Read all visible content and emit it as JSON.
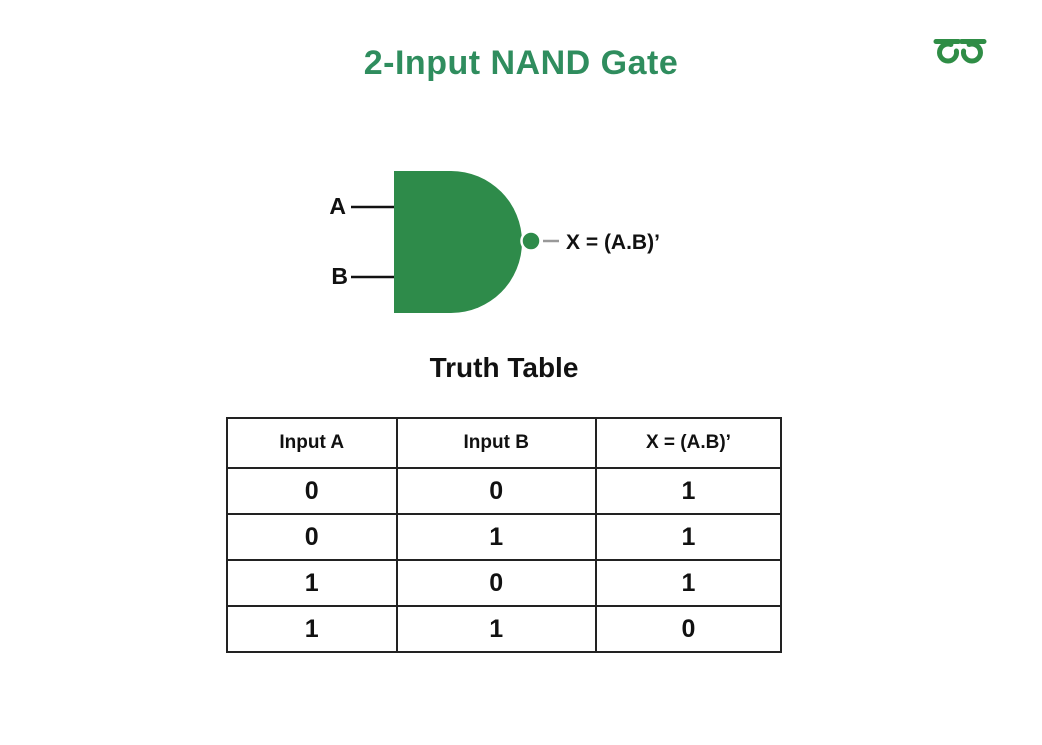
{
  "page": {
    "title": "2-Input NAND Gate"
  },
  "colors": {
    "title_green": "#2F8D5E",
    "gate_green": "#2E8B4A",
    "logo_green": "#2F8D46",
    "input_line_black": "#111111",
    "output_line_gray": "#999999",
    "table_border": "#222222"
  },
  "logo": {
    "name": "geeksforgeeks-logo"
  },
  "gate_diagram": {
    "input_a": "A",
    "input_b": "B",
    "output": "X = (A.B)’"
  },
  "truth_table": {
    "heading": "Truth Table",
    "columns": [
      "Input A",
      "Input B",
      "X = (A.B)’"
    ],
    "rows": [
      [
        "0",
        "0",
        "1"
      ],
      [
        "0",
        "1",
        "1"
      ],
      [
        "1",
        "0",
        "1"
      ],
      [
        "1",
        "1",
        "0"
      ]
    ]
  }
}
